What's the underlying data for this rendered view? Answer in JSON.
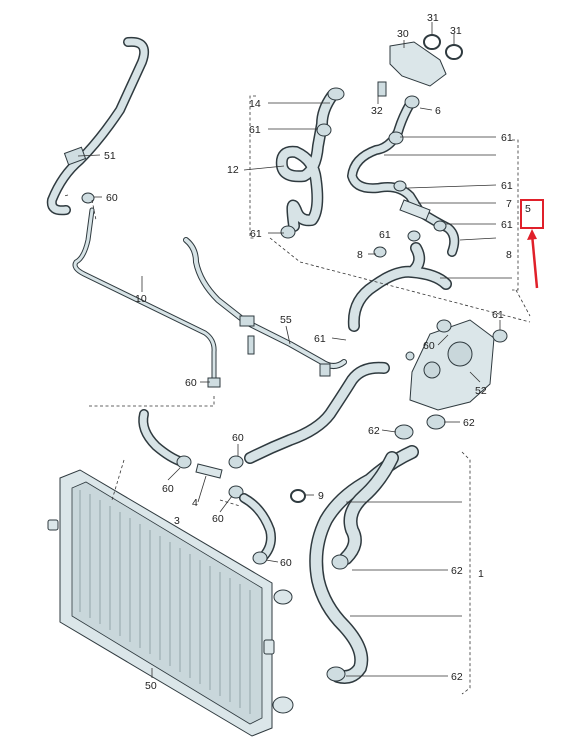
{
  "callouts": {
    "c31a": "31",
    "c31b": "31",
    "c30": "30",
    "c32": "32",
    "c6": "6",
    "c14": "14",
    "c61a": "61",
    "c12": "12",
    "c61b": "61",
    "c51": "51",
    "c60a": "60",
    "c61c": "61",
    "c7": "7",
    "c61d": "61",
    "c5": "5",
    "c61e": "61",
    "c8a": "8",
    "c8b": "8",
    "c10": "10",
    "c55": "55",
    "c61f": "61",
    "c61g": "61",
    "c60b": "60",
    "c52": "52",
    "c60c": "60",
    "c60d": "60",
    "c62a": "62",
    "c62b": "62",
    "c4": "4",
    "c3": "3",
    "c60e": "60",
    "c9": "9",
    "c60f": "60",
    "c62c": "62",
    "c1": "1",
    "c50": "50",
    "c62d": "62"
  },
  "colors": {
    "part_fill": "#dbe6e9",
    "outline": "#2f3a3f",
    "highlight": "#e0202a"
  },
  "highlight": {
    "target": "5"
  }
}
